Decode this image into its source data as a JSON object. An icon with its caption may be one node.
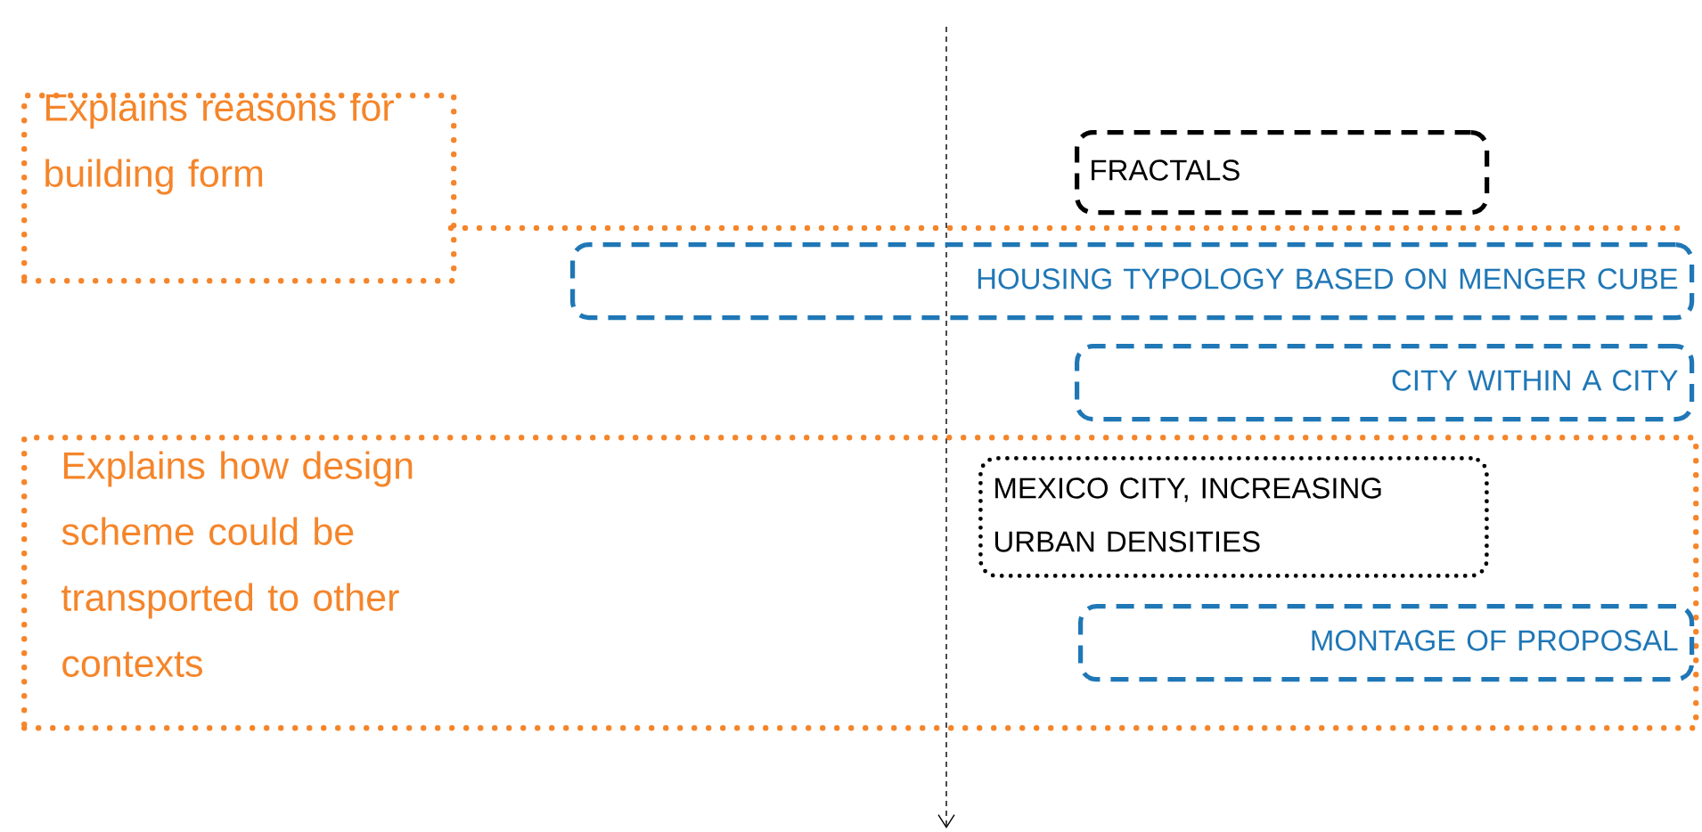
{
  "diagram": {
    "nodes": [
      {
        "text": [
          "Explains reasons for building form"
        ]
      },
      {
        "text": [
          "FRACTALS"
        ]
      },
      {
        "text": [
          "HOUSING TYPOLOGY BASED ON MENGER CUBE"
        ]
      },
      {
        "text": [
          "CITY WITHIN A CITY"
        ]
      },
      {
        "text": [
          "Explains how design scheme could be transported to other contexts"
        ]
      },
      {
        "text": [
          "MEXICO CITY, INCREASING URBAN DENSITIES"
        ],
        "in": 4
      },
      {
        "text": [
          "MONTAGE OF PROPOSAL"
        ],
        "in": 4
      }
    ]
  }
}
